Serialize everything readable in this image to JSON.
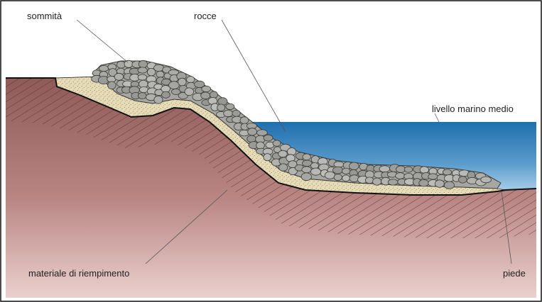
{
  "labels": {
    "crest": "sommità",
    "rocks": "rocce",
    "sea_level": "livello marino medio",
    "fill": "materiale di riempimento",
    "toe": "piede"
  },
  "colors": {
    "soil_top": "#8f5a58",
    "soil_bottom": "#e4c6c3",
    "sea_top": "#1f6fae",
    "sea_bottom": "#a9cfe8",
    "fill_sand": "#e6dcb8",
    "rock_fill": "#a6a6a2",
    "rock_edge": "#3a3a38",
    "hatch": "#5b3331",
    "border": "#111111"
  }
}
